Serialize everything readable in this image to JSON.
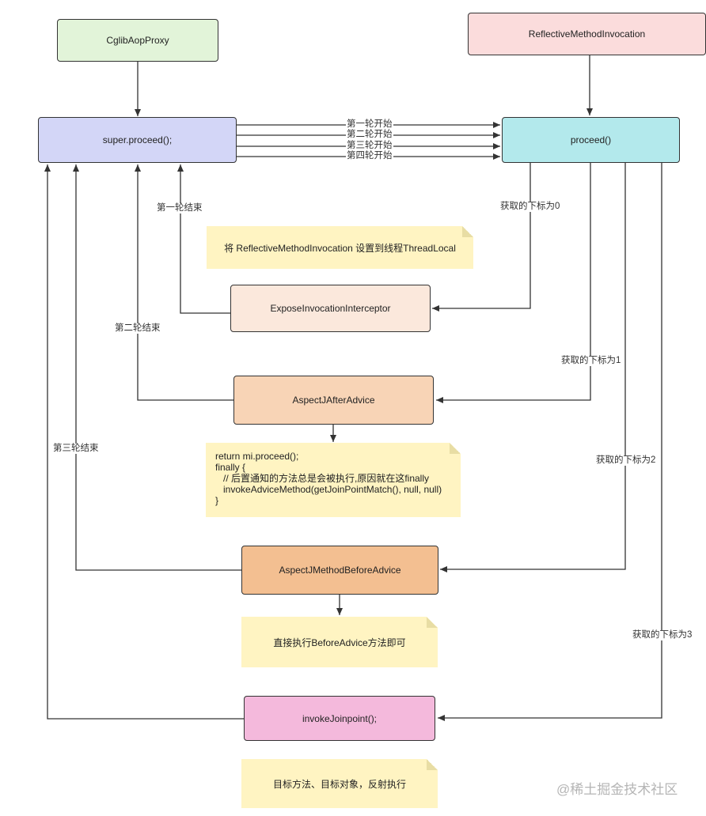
{
  "nodes": {
    "cglib": "CglibAopProxy",
    "reflective": "ReflectiveMethodInvocation",
    "super_proceed": "super.proceed();",
    "proceed": "proceed()",
    "expose": "ExposeInvocationInterceptor",
    "after": "AspectJAfterAdvice",
    "before": "AspectJMethodBeforeAdvice",
    "joinpoint": "invokeJoinpoint();"
  },
  "notes": {
    "threadlocal": "将 ReflectiveMethodInvocation 设置到线程ThreadLocal",
    "after_code": [
      "return mi.proceed();",
      "finally {",
      "   // 后置通知的方法总是会被执行,原因就在这finally",
      "   invokeAdviceMethod(getJoinPointMatch(), null, null)",
      "}"
    ],
    "before": "直接执行BeforeAdvice方法即可",
    "target": "目标方法、目标对象，反射执行"
  },
  "edge_labels": {
    "round1_start": "第一轮开始",
    "round2_start": "第二轮开始",
    "round3_start": "第三轮开始",
    "round4_start": "第四轮开始",
    "round1_end": "第一轮结束",
    "round2_end": "第二轮结束",
    "round3_end": "第三轮结束",
    "index0": "获取的下标为0",
    "index1": "获取的下标为1",
    "index2": "获取的下标为2",
    "index3": "获取的下标为3"
  },
  "watermark": "@稀土掘金技术社区",
  "colors": {
    "cglib": "#e2f4d9",
    "reflective": "#fbdcdc",
    "super_proceed": "#d3d6f7",
    "proceed": "#b3e9ec",
    "expose": "#fbe8dc",
    "after": "#f8d4b6",
    "before": "#f3bf91",
    "joinpoint": "#f4b9dc",
    "note": "#fff4c2"
  }
}
